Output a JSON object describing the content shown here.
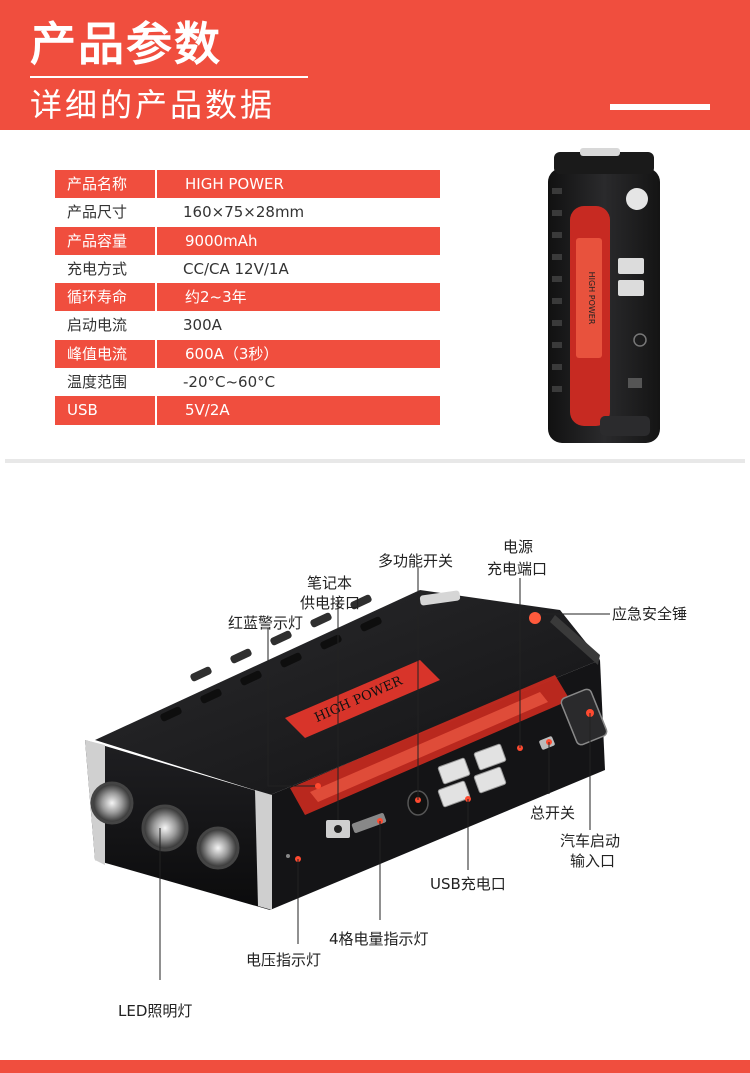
{
  "header": {
    "title": "产品参数",
    "subtitle": "详细的产品数据"
  },
  "specs": [
    {
      "key": "产品名称",
      "value": "HIGH POWER",
      "highlight": true
    },
    {
      "key": "产品尺寸",
      "value": "160×75×28mm",
      "highlight": false
    },
    {
      "key": "产品容量",
      "value": "9000mAh",
      "highlight": true
    },
    {
      "key": "充电方式",
      "value": "CC/CA 12V/1A",
      "highlight": false
    },
    {
      "key": "循环寿命",
      "value": "约2~3年",
      "highlight": true
    },
    {
      "key": "启动电流",
      "value": "300A",
      "highlight": false
    },
    {
      "key": "峰值电流",
      "value": "600A（3秒）",
      "highlight": true
    },
    {
      "key": "温度范围",
      "value": "-20°C~60°C",
      "highlight": false
    },
    {
      "key": "USB",
      "value": "5V/2A",
      "highlight": true
    }
  ],
  "product_brand": "HIGH POWER",
  "callouts": {
    "multi_switch": "多功能开关",
    "power_port_l1": "电源",
    "power_port_l2": "充电端口",
    "laptop_l1": "笔记本",
    "laptop_l2": "供电接口",
    "warning_light": "红蓝警示灯",
    "hammer": "应急安全锤",
    "main_switch": "总开关",
    "car_start_l1": "汽车启动",
    "car_start_l2": "输入口",
    "usb_port": "USB充电口",
    "battery_indicator": "4格电量指示灯",
    "voltage_indicator": "电压指示灯",
    "led_light": "LED照明灯"
  },
  "colors": {
    "accent": "#f04e3e",
    "device_body": "#1c1c1e",
    "device_red": "#d8342a"
  }
}
